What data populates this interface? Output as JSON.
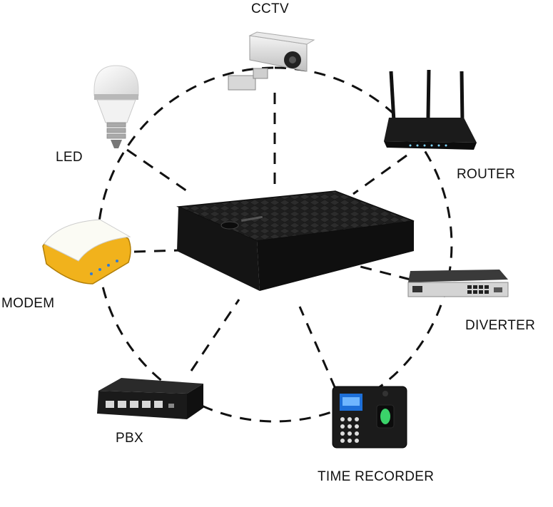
{
  "hub": {
    "icon": "mini-ups-icon"
  },
  "devices": [
    {
      "key": "cctv",
      "label": "CCTV",
      "icon": "cctv-camera-icon"
    },
    {
      "key": "router",
      "label": "ROUTER",
      "icon": "wifi-router-icon"
    },
    {
      "key": "diverter",
      "label": "DIVERTER",
      "icon": "network-diverter-icon"
    },
    {
      "key": "time_recorder",
      "label": "TIME RECORDER",
      "icon": "fingerprint-time-recorder-icon"
    },
    {
      "key": "pbx",
      "label": "PBX",
      "icon": "network-switch-icon"
    },
    {
      "key": "modem",
      "label": "MODEM",
      "icon": "modem-icon"
    },
    {
      "key": "led",
      "label": "LED",
      "icon": "led-bulb-icon"
    }
  ],
  "colors": {
    "line": "#111111",
    "device_body": "#1b1b1b",
    "modem_accent": "#f1b21c"
  }
}
